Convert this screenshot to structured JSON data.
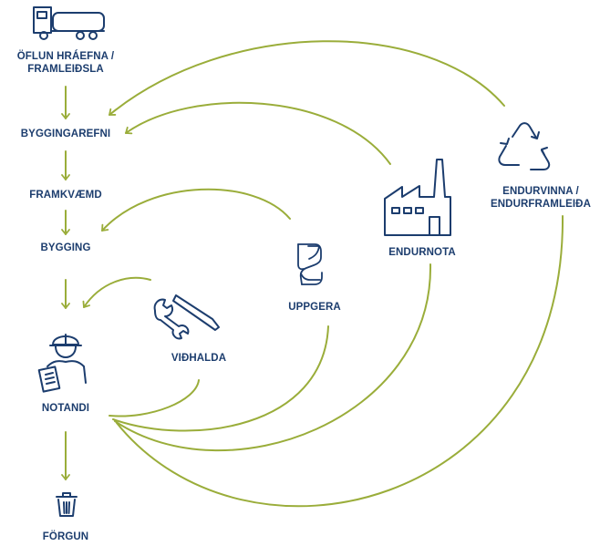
{
  "nodes": {
    "oflun": {
      "lines": [
        "ÖFLUN HRÁEFNA /",
        "FRAMLEIÐSLA"
      ]
    },
    "byggingarefni": {
      "label": "BYGGINGAREFNI"
    },
    "framkvaemd": {
      "label": "FRAMKVÆMD"
    },
    "bygging": {
      "label": "BYGGING"
    },
    "notandi": {
      "label": "NOTANDI"
    },
    "forgun": {
      "label": "FÖRGUN"
    },
    "vidhalda": {
      "label": "VIÐHALDA"
    },
    "uppgera": {
      "label": "UPPGERA"
    },
    "endurnota": {
      "label": "ENDURNOTA"
    },
    "endurvinna": {
      "lines": [
        "ENDURVINNA /",
        "ENDURFRAMLEIÐA"
      ]
    }
  },
  "icons": {
    "oflun": "truck-icon",
    "notandi": "construction-worker-icon",
    "forgun": "trash-bin-icon",
    "vidhalda": "wrench-screwdriver-icon",
    "uppgera": "refurbish-icon",
    "endurnota": "factory-icon",
    "endurvinna": "recycle-icon"
  },
  "colors": {
    "label": "#1c3d6e",
    "icon": "#1c3d6e",
    "arrow": "#9aad3a"
  }
}
